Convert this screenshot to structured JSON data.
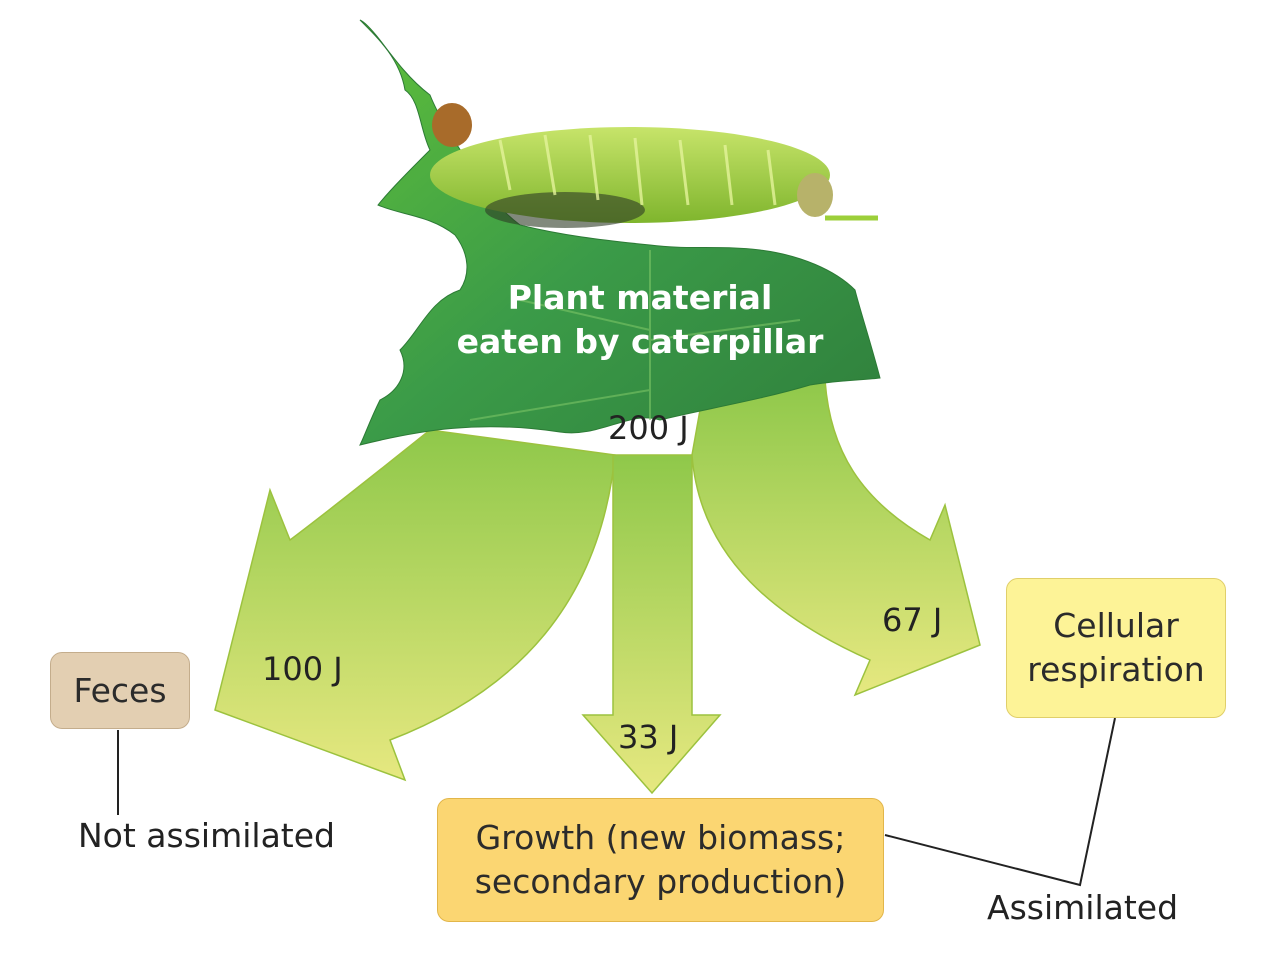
{
  "source": {
    "title_line1": "Plant material",
    "title_line2": "eaten by caterpillar",
    "energy": "200 J"
  },
  "flows": {
    "feces_energy": "100 J",
    "growth_energy": "33 J",
    "respiration_energy": "67 J"
  },
  "boxes": {
    "feces": "Feces",
    "respiration_line1": "Cellular",
    "respiration_line2": "respiration",
    "growth_line1": "Growth (new biomass;",
    "growth_line2": "secondary production)"
  },
  "labels": {
    "not_assimilated": "Not assimilated",
    "assimilated": "Assimilated"
  },
  "colors": {
    "arrow_light": "#d6e27a",
    "arrow_dark": "#8fc84a",
    "leaf": "#3f9e45",
    "caterpillar": "#9ccf3a",
    "feces_box": "#e3cfb2",
    "respiration_box": "#fdf397",
    "growth_box": "#fbd672"
  }
}
